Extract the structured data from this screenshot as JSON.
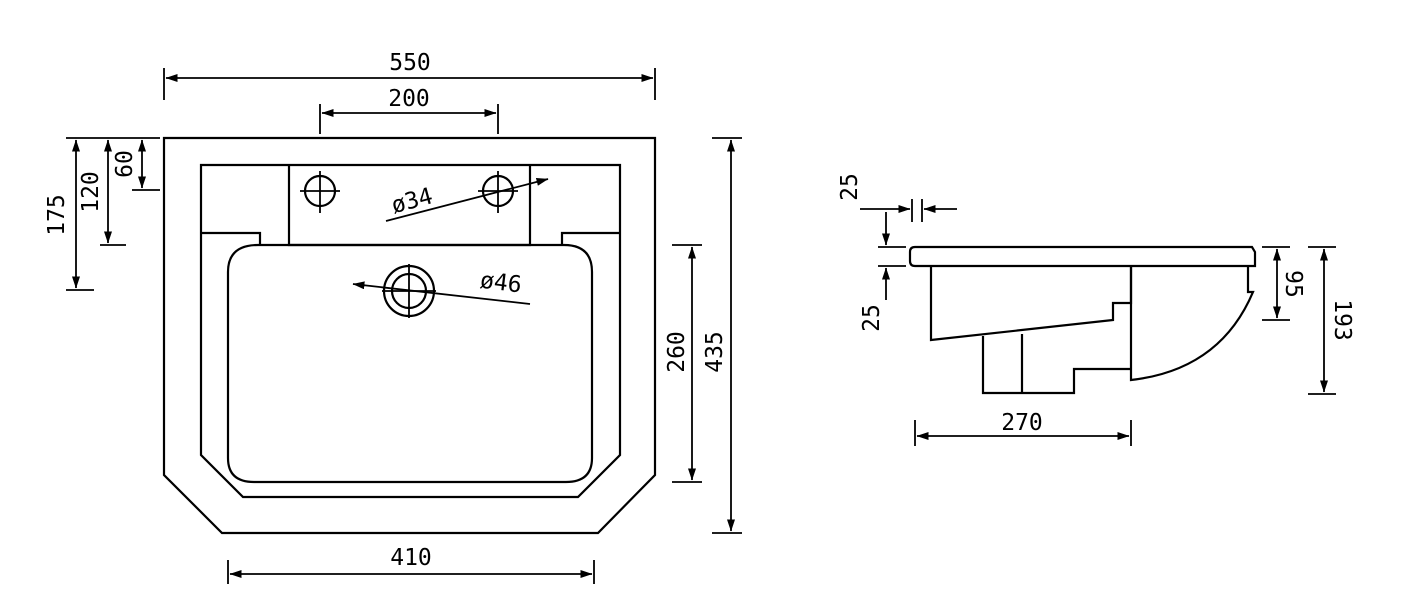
{
  "top_view": {
    "overall_width": "550",
    "tap_hole_spacing": "200",
    "tap_hole_diameter": "ø34",
    "waste_diameter": "ø46",
    "front_width": "410",
    "depth_to_waste": "175",
    "depth_to_tap_deck": "120",
    "depth_to_tap_holes": "60",
    "bowl_depth": "260",
    "overall_depth": "435"
  },
  "side_view": {
    "rim_overhang": "25",
    "rim_thickness": "25",
    "rim_height": "95",
    "overall_height": "193",
    "base_width": "270"
  }
}
